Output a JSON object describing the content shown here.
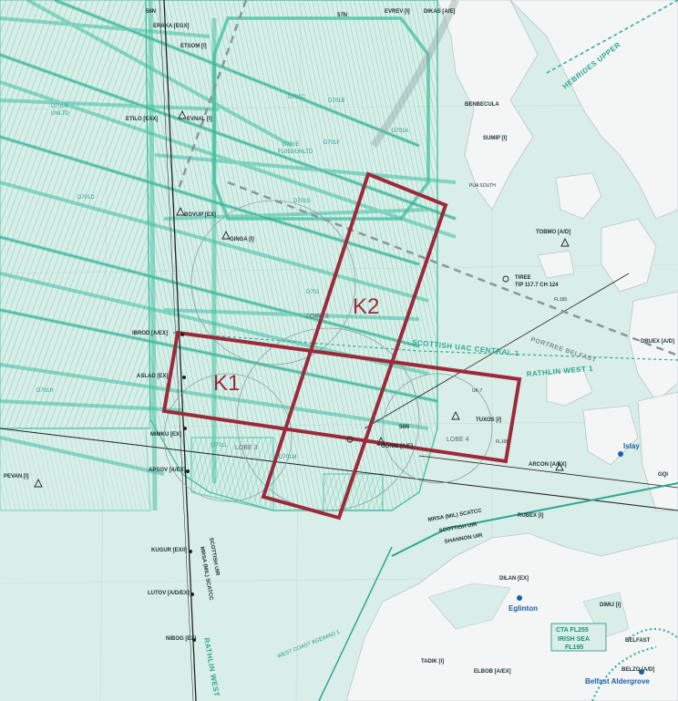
{
  "areas": {
    "k1": "K1",
    "k2": "K2"
  },
  "lobes": {
    "lobe3_top": "LOBE 3",
    "lobe3_bottom": "LOBE 3",
    "lobe4": "LOBE 4"
  },
  "regions": {
    "scottish_uac_central": "SCOTTISH UAC CENTRAL 1",
    "rathlin_west": "RATHLIN WEST 1",
    "portree_belfast": "PORTREE BELFAST",
    "mrsa_scatcc": "MRSA (MIL) SCATCC",
    "scottish_uir": "SCOTTISH UIR",
    "shannon_uir": "SHANNON UIR",
    "hebrides_upper": "HEBRIDES UPPER",
    "west_coast": "WEST COAST AGEIMAD 1",
    "scottish_uir_vertical": "SCOTTISH UIR",
    "mrsa_vertical": "MRSA (MIL) SCATCC",
    "rathlin_vertical": "RATHLIN WEST",
    "latitude_57": "57N",
    "latitude_56": "56N",
    "latitude_58": "58N"
  },
  "places": {
    "islay": "Islay",
    "eglinton": "Eglinton",
    "belfast_aldergrove": "Belfast Aldergrove",
    "benbecula": "BENBECULA"
  },
  "cta": {
    "top": "CTA FL255",
    "middle": "IRISH SEA",
    "bottom": "FL195"
  },
  "danger_areas": {
    "d701c": "D701C",
    "d701b": "D701B",
    "d701a": "D701A",
    "d701f": "D701F",
    "d701d": "D701D",
    "d701e": "D701E",
    "d701g": "D701G",
    "d702": "D702",
    "d701h": "D701H",
    "d701r": "D701R",
    "d701l": "D701L",
    "d701m": "D701M",
    "unltd": "UNLTD",
    "fl055": "FL055/UNLTD"
  },
  "waypoints": {
    "eraka": "ERAKA [EGX]",
    "etsom": "ETSOM [I]",
    "etilo": "ETILO [EXX]",
    "evnal": "EVNAL [I]",
    "evrev": "EVREV [I]",
    "dikas": "DIKAS [A/E]",
    "sumip": "SUMIP [I]",
    "bovup": "BOVUP [EX]",
    "ginga": "GINGA [I]",
    "tobmo": "TOBMO [A/D]",
    "tiree": "TIREE",
    "tip_freq": "TIP 117.7 CH 124",
    "ibrod": "IBROD [A/EX]",
    "aslad": "ASLAD [EX]",
    "mimku": "MIMKU [EX]",
    "apsov": "APSOV [A/EX]",
    "pevan": "PEVAN [I]",
    "gonie": "GONIE [A/E]",
    "tuxos": "TUXOS [I]",
    "arcon": "ARCON [A/EX]",
    "rubex": "RUBEX [I]",
    "kugur": "KUGUR [EX/I]",
    "lutov": "LUTOV [A/D/EX]",
    "nibog": "NIBOG [EX]",
    "dilan": "DILAN [EX]",
    "dimij": "DIMIJ [I]",
    "belfast": "BELFAST",
    "tadik": "TADIK [I]",
    "elbob": "ELBOB [A/EX]",
    "belzo": "BELZO [A/D]",
    "druex": "DRUEX [A/D]",
    "gq": "GQI",
    "pua_south": "PUA SOUTH",
    "uk7": "UK-7",
    "fl105": "FL105",
    "fl165": "FL165"
  },
  "colors": {
    "sea": "#d9eee8",
    "land": "#f4f6f6",
    "airway": "#3fbf9e",
    "airway_dark": "#1b9a80",
    "area_box": "#9c2a3a",
    "fir_boundary": "#8b9599",
    "place": "#1a5fa6"
  }
}
